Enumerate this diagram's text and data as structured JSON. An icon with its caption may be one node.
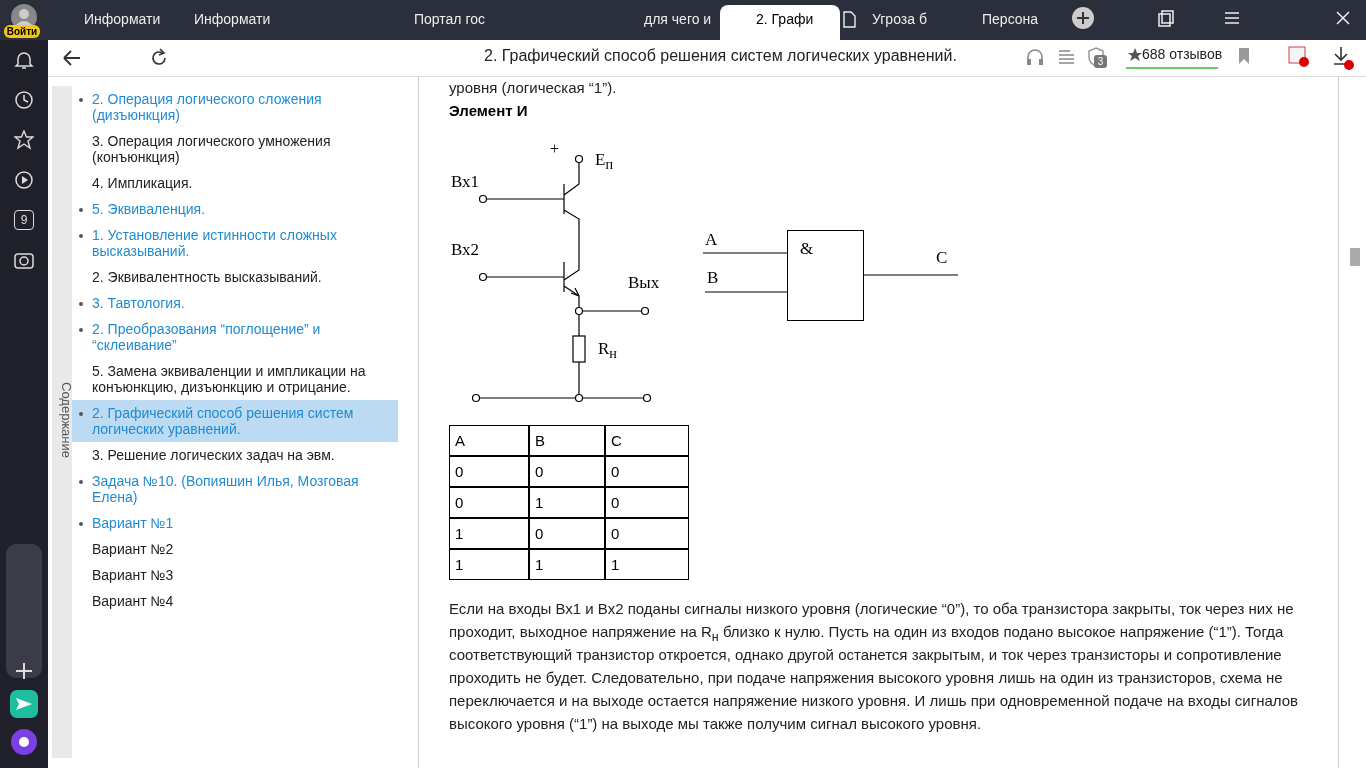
{
  "diagram": {
    "nodes": [
      {
        "text": [
          "&"
        ]
      },
      {
        "text": [
          "A"
        ]
      },
      {
        "text": [
          "B"
        ]
      },
      {
        "text": [
          "C"
        ]
      }
    ],
    "edges": [
      {
        "from": 1,
        "to": 0,
        "arrow": "none"
      },
      {
        "from": 2,
        "to": 0,
        "arrow": "none"
      },
      {
        "from": 0,
        "to": 3,
        "arrow": "none"
      }
    ],
    "labels": [
      "Войти",
      "Информати",
      "Информати",
      "Портал гос",
      "для чего и",
      "2. Графи",
      "Угроза б",
      "Персона",
      "2. Графический способ решения систем логических уравнений.",
      "3",
      "688 отзывов",
      "9",
      "Содержание",
      "2. Операция логического сложения (дизъюнкция)",
      "3. Операция логического умножения (конъюнкция)",
      "4. Импликация.",
      "5. Эквиваленция.",
      "1. Установление истинности сложных высказываний.",
      "2. Эквивалентность высказываний.",
      "3. Тавтология.",
      "2. Преобразования “поглощение” и “склеивание”",
      "5. Замена эквиваленции и импликации на конъюнкцию, дизъюнкцию и отрицание.",
      "2. Графический способ решения систем логических уравнений.",
      "3. Решение логических задач на эвм.",
      "Задача №10. (Вопияшин Илья, Мозговая Елена)",
      "Вариант №1",
      "Вариант №2",
      "Вариант №3",
      "Вариант №4",
      "уровня (логическая “1”).",
      "Элемент И",
      "+",
      "E$_{п}$",
      "Вх1",
      "Вх2",
      "Вых",
      "R$_{н}$",
      "A",
      "B",
      "C",
      "0",
      "0",
      "0",
      "0",
      "1",
      "0",
      "1",
      "0",
      "0",
      "1",
      "1",
      "1",
      "Если на входы Вх1 и Вх2 поданы сигналы низкого уровня (логические “0”), то оба транзистора закрыты, ток через них не проходит, выходное напряжение на R$_{н}$ близко к нулю. Пусть на один из входов подано высокое напряжение (“1”). Тогда соответствующий транзистор откроется, однако другой останется закрытым, и ток через транзисторы и сопротивление проходить не будет. Следовательно, при подаче напряжения высокого уровня лишь на один из транзисторов, схема не переключается и на выходе остается напряжение низкого уровня. И лишь при одновременной подаче на входы сигналов высокого уровня (“1”) на выходе мы также получим сигнал высокого уровня."
    ]
  }
}
